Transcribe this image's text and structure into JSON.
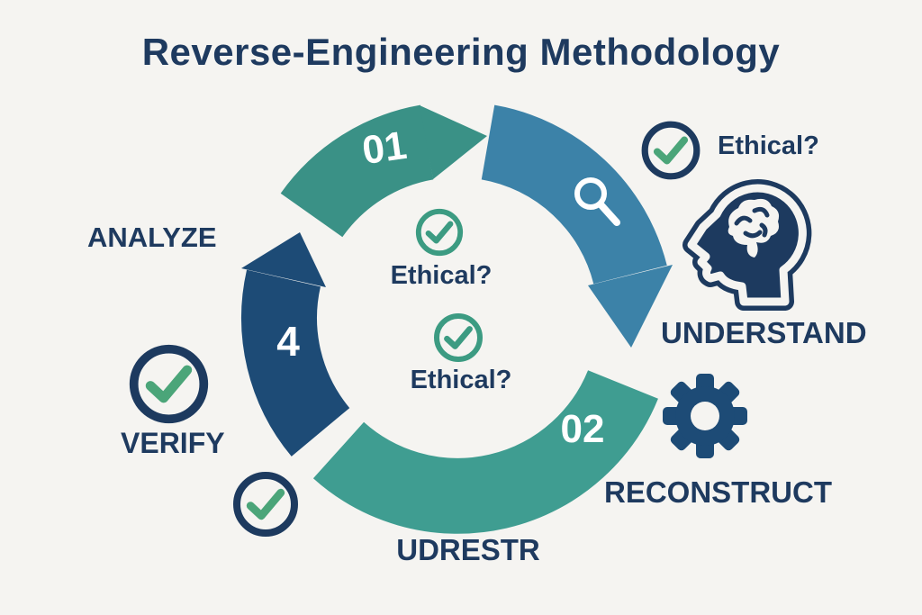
{
  "title": "Reverse-Engineering Methodology",
  "cycle": {
    "numbers": {
      "step1": "01",
      "step2": "02",
      "step4": "4"
    },
    "labels": {
      "analyze": "ANALYZE",
      "understand": "UNDERSTAND",
      "reconstruct": "RECONSTRUCT",
      "verify": "VERIFY",
      "bottom": "UDRESTR"
    }
  },
  "ethical": {
    "top_right": "Ethical?",
    "center_top": "Ethical?",
    "center_bottom": "Ethical?"
  },
  "icons": {
    "check": "check-circle-icon",
    "magnifier": "magnifier-icon",
    "head": "head-brain-icon",
    "gear": "gear-icon"
  },
  "colors": {
    "background": "#f5f4f1",
    "text_navy": "#1e3a5f",
    "segment_teal": "#3a9186",
    "segment_blue": "#3c82a8",
    "segment_teal_light": "#3f9d91",
    "segment_navy": "#1d4b76",
    "check_green": "#4ba579",
    "check_ring_navy": "#1d3a5f",
    "check_ring_green": "#3c9b82",
    "icon_navy": "#1d3a5f",
    "number_white": "#ffffff"
  }
}
